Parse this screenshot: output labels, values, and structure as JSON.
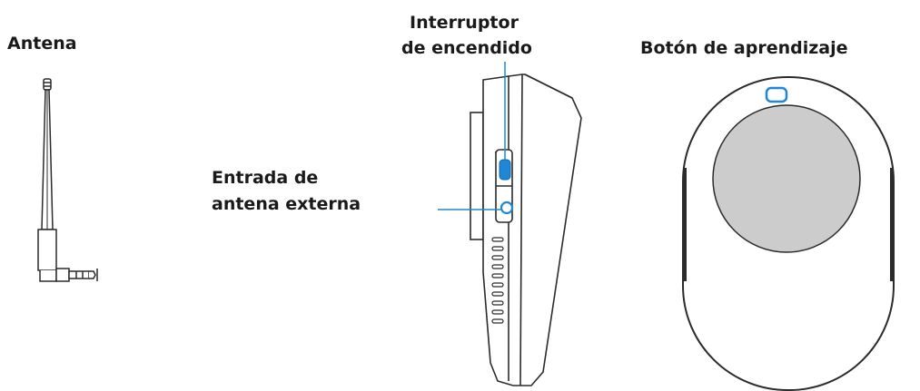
{
  "labels": {
    "antenna": "Antena",
    "power_switch_line1": "Interruptor",
    "power_switch_line2": "de encendido",
    "external_antenna_line1": "Entrada de",
    "external_antenna_line2": "antena externa",
    "learning_button": "Botón de aprendizaje"
  },
  "colors": {
    "outline": "#2b2b2b",
    "accent_blue": "#1e88d6",
    "disc_fill": "#cccccc",
    "body_fill": "#ffffff"
  }
}
